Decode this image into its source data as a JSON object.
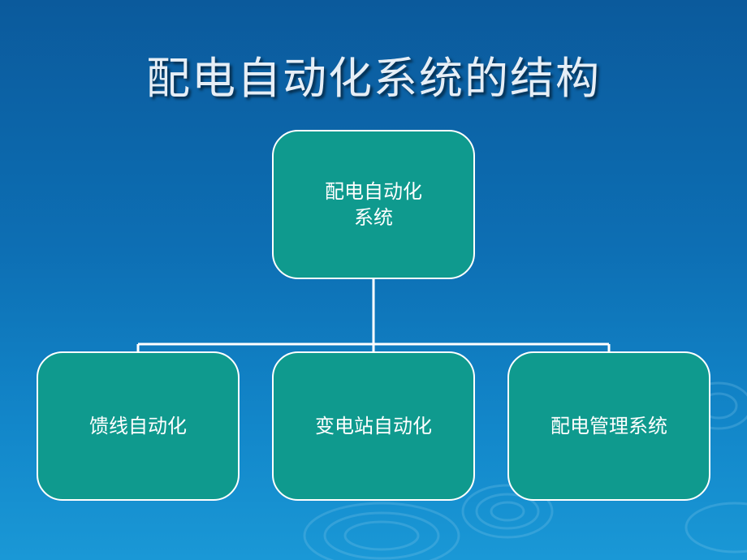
{
  "slide": {
    "title": "配电自动化系统的结构"
  },
  "diagram": {
    "root": {
      "label": "配电自动化\n系统"
    },
    "children": [
      {
        "label": "馈线自动化"
      },
      {
        "label": "变电站自动化"
      },
      {
        "label": "配电管理系统"
      }
    ]
  },
  "colors": {
    "node_fill": "#0f9a8e",
    "connector": "#ffffff",
    "background": "#0d6fb4"
  }
}
